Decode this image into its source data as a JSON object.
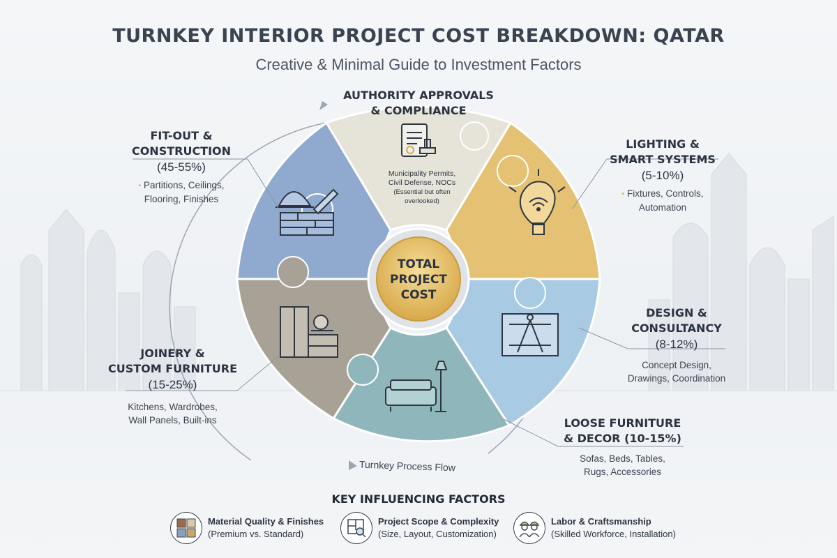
{
  "title": "TURNKEY INTERIOR PROJECT COST BREAKDOWN: QATAR",
  "subtitle": "Creative & Minimal Guide to Investment Factors",
  "center": {
    "line1": "TOTAL",
    "line2": "PROJECT",
    "line3": "COST"
  },
  "segments": {
    "authority": {
      "heading": "AUTHORITY APPROVALS\n& COMPLIANCE",
      "desc_line1": "Municipality Permits,",
      "desc_line2": "Civil Defense, NOCs",
      "note": "(Essential but often overlooked)",
      "icon": "document-stamp-icon",
      "color": "#e6e3d8"
    },
    "fitout": {
      "heading": "FIT-OUT &\nCONSTRUCTION",
      "pct": "(45-55%)",
      "desc": "Partitions, Ceilings,\nFlooring, Finishes",
      "icon": "hardhat-trowel-icon",
      "color": "#8fa9cf"
    },
    "lighting": {
      "heading": "LIGHTING &\nSMART SYSTEMS",
      "pct": "(5-10%)",
      "desc": "Fixtures, Controls,\nAutomation",
      "icon": "smart-bulb-icon",
      "color": "#e4c173"
    },
    "design": {
      "heading": "DESIGN &\nCONSULTANCY",
      "pct": "(8-12%)",
      "desc": "Concept Design,\nDrawings, Coordination",
      "icon": "blueprint-compass-icon",
      "color": "#a9cae3"
    },
    "loose": {
      "heading": "LOOSE FURNITURE\n& DECOR (10-15%)",
      "desc": "Sofas, Beds, Tables,\nRugs, Accessories",
      "icon": "sofa-lamp-icon",
      "color": "#8fb7bb"
    },
    "joinery": {
      "heading": "JOINERY &\nCUSTOM FURNITURE",
      "pct": "(15-25%)",
      "desc": "Kitchens, Wardrobes,\nWall Panels, Built-ins",
      "icon": "cabinet-saw-icon",
      "color": "#a8a196"
    }
  },
  "process_flow_label": "Turnkey Process Flow",
  "factors": {
    "title": "KEY INFLUENCING FACTORS",
    "items": [
      {
        "name": "Material Quality & Finishes",
        "sub": "(Premium vs. Standard)",
        "icon": "material-swatches-icon"
      },
      {
        "name": "Project Scope & Complexity",
        "sub": "(Size, Layout, Customization)",
        "icon": "floorplan-magnifier-icon"
      },
      {
        "name": "Labor & Craftsmanship",
        "sub": "(Skilled Workforce, Installation)",
        "icon": "workers-icon"
      }
    ]
  }
}
